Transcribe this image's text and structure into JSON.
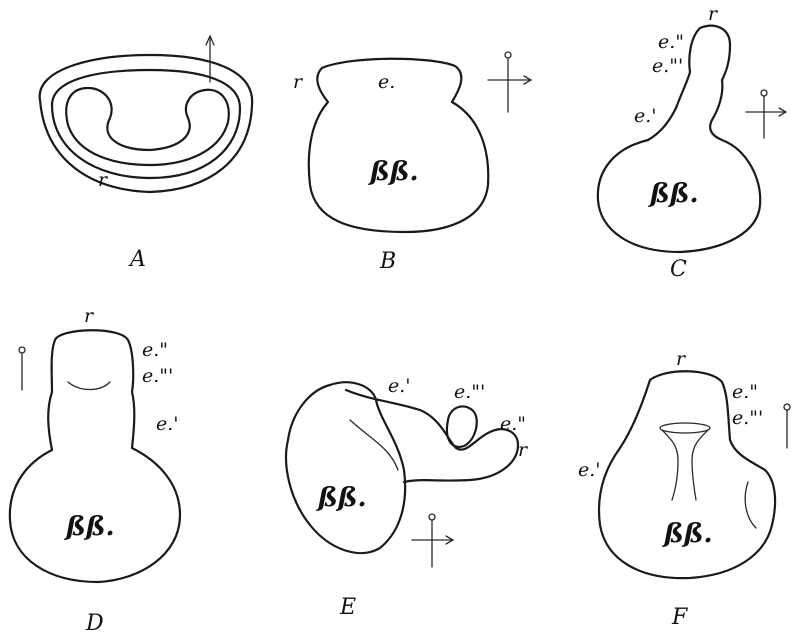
{
  "figures": {
    "A": {
      "caption": "A",
      "labels": {
        "r": "r"
      }
    },
    "B": {
      "caption": "B",
      "labels": {
        "r": "r",
        "e": "e.",
        "ss": "ßß."
      }
    },
    "C": {
      "caption": "C",
      "labels": {
        "r": "r",
        "e2": "e.\"",
        "e3": "e.\"'",
        "e1": "e.'",
        "ss": "ßß."
      }
    },
    "D": {
      "caption": "D",
      "labels": {
        "r": "r",
        "e2": "e.\"",
        "e3": "e.\"'",
        "e1": "e.'",
        "ss": "ßß."
      }
    },
    "E": {
      "caption": "E",
      "labels": {
        "e1": "e.'",
        "e3": "e.\"'",
        "e2": "e.\"",
        "r": "r",
        "ss": "ßß."
      }
    },
    "F": {
      "caption": "F",
      "labels": {
        "r": "r",
        "e2": "e.\"",
        "e3": "e.\"'",
        "e1": "e.'",
        "ss": "ßß."
      }
    }
  },
  "orientation_markers": {
    "A": "arrow-up-icon",
    "B": "pin-cross-arrow-icon",
    "C": "pin-cross-arrow-icon",
    "D": "pin-line-icon",
    "E": "pin-cross-arrow-icon",
    "F": "pin-line-icon"
  }
}
